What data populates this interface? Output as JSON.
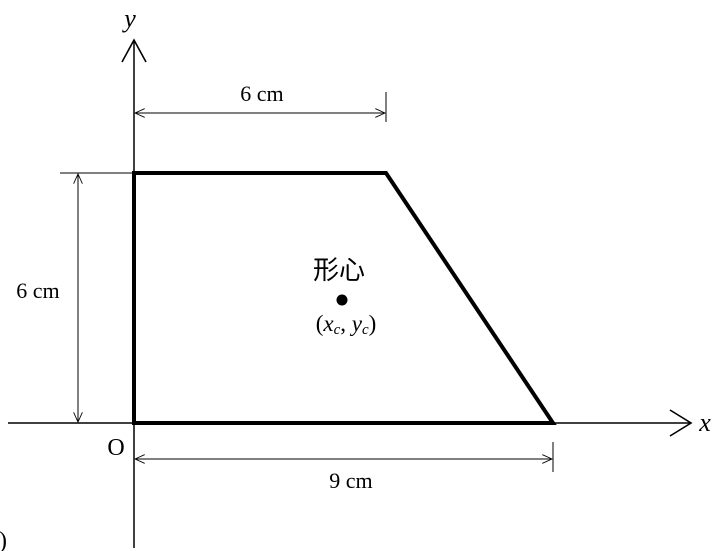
{
  "axes": {
    "x_label": "x",
    "y_label": "y",
    "origin_label": "O"
  },
  "dimensions": {
    "top_width": "6 cm",
    "height": "6 cm",
    "bottom_width": "9 cm"
  },
  "centroid": {
    "label": "形心",
    "coord_open": "(",
    "x_symbol": "x",
    "x_sub": "c",
    "separator": ", ",
    "y_symbol": "y",
    "y_sub": "c",
    "coord_close": ")"
  },
  "corner_text": ")",
  "colors": {
    "line": "#000000",
    "background": "#ffffff"
  }
}
